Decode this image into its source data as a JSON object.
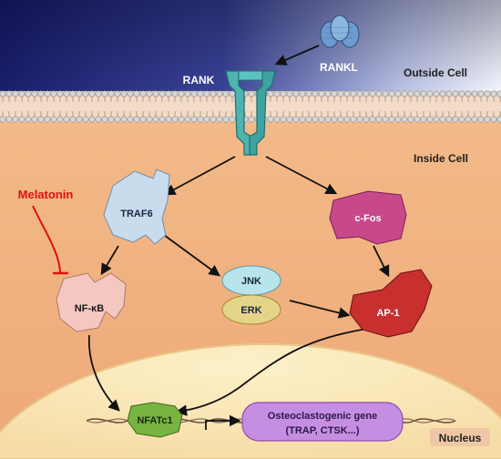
{
  "regions": {
    "outside": "Outside Cell",
    "inside": "Inside Cell",
    "nucleus": "Nucleus"
  },
  "receptor": "RANK",
  "ligand": "RANKL",
  "nodes": {
    "traf6": "TRAF6",
    "cfos": "c-Fos",
    "jnk": "JNK",
    "erk": "ERK",
    "nfkb": "NF-κB",
    "ap1": "AP-1",
    "nfatc1": "NFATc1"
  },
  "inhibitor": "Melatonin",
  "target_gene": {
    "line1": "Osteoclastogenic gene",
    "line2": "(TRAP, CTSK...)"
  },
  "colors": {
    "outside_top": "#1e2270",
    "cytoplasm": "#f0b484",
    "nucleus": "#f8e4b0",
    "receptor": "#4fb3b0",
    "ligand": "#5e8fc2",
    "traf6": "#c8dcec",
    "cfos": "#c8488c",
    "jnk": "#b8e4ec",
    "erk": "#e4d488",
    "nfkb": "#f4c8c0",
    "ap1": "#c83030",
    "nfatc1": "#78b440",
    "gene_box": "#c48ce0",
    "inhibitor": "#e01010"
  }
}
